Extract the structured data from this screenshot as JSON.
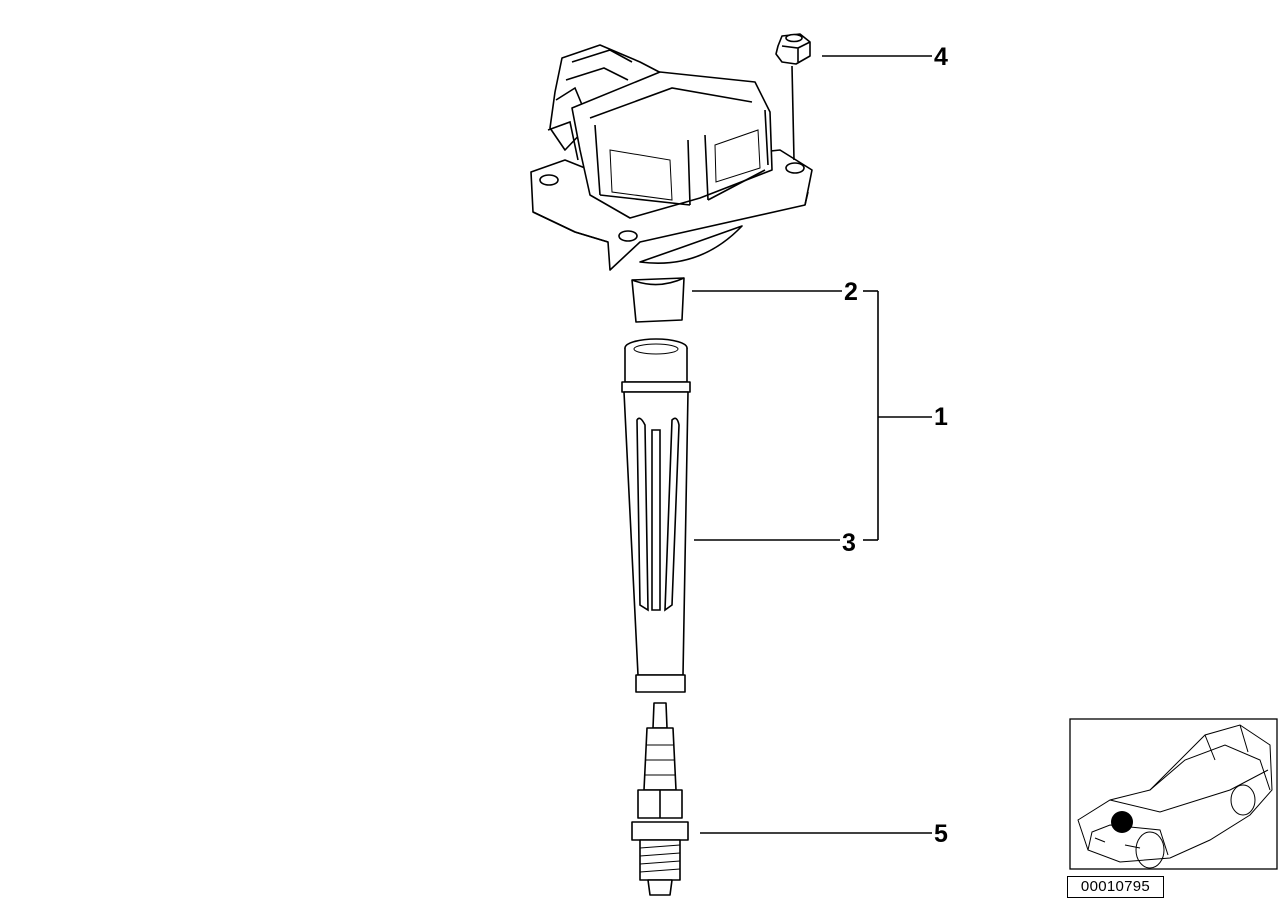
{
  "callouts": {
    "one": "1",
    "two": "2",
    "three": "3",
    "four": "4",
    "five": "5"
  },
  "reference_number": "00010795"
}
